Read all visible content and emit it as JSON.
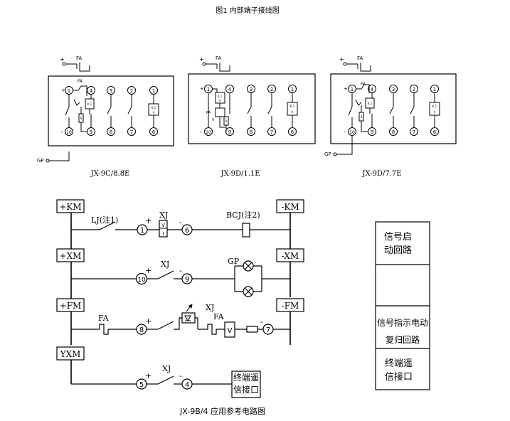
{
  "figure_title": "图1 内部端子接线图",
  "modules": [
    {
      "caption": "JX-9C/8.8E",
      "gp_label": "GP",
      "fa_label": "FA",
      "plus": "+",
      "minus": "-",
      "fa_inner": "FA",
      "ka_label": "K.1",
      "v_label": "V",
      "r_label": "R",
      "terminals": [
        "1",
        "4",
        "3",
        "2",
        "1",
        "10",
        "9",
        "8",
        "7",
        "6"
      ]
    },
    {
      "caption": "JX-9D/1.1E",
      "fa_label": "FA",
      "plus": "+",
      "minus": "-",
      "fa_inner": "PA",
      "ka_label": "K.1",
      "v_label": "V",
      "r_label": "R",
      "terminals": [
        "1",
        "4",
        "3",
        "2",
        "1",
        "10",
        "9",
        "8",
        "7",
        "6"
      ]
    },
    {
      "caption": "JX-9D/7.7E",
      "gp_label": "GP",
      "fa_label": "FA",
      "plus": "+",
      "minus": "-",
      "fa_inner": "FA",
      "ka_label": "K.1",
      "v_label": "V",
      "r_label": "R",
      "terminals": [
        "1",
        "4",
        "3",
        "2",
        "1",
        "10",
        "9",
        "8",
        "7",
        "6"
      ]
    }
  ],
  "app_circuit": {
    "caption": "JX-9B/4 应用参考电路图",
    "rows": [
      {
        "bus_left": "+KM",
        "bus_right": "-KM",
        "contact": "LJ(注1)",
        "relay": "XJ",
        "t_in": "1",
        "t_out": "6",
        "coil": "BCJ(注2)"
      },
      {
        "bus_left": "+XM",
        "bus_right": "-XM",
        "relay": "XJ",
        "t_in": "10",
        "t_out": "9",
        "lamp": "GP"
      },
      {
        "bus_left": "+FM",
        "bus_right": "-FM",
        "button": "FA",
        "relay": "XJ",
        "button2": "FA",
        "t_in": "8",
        "t_out": "7",
        "v_label": "V"
      },
      {
        "bus_left": "YXM",
        "relay": "XJ",
        "t_in": "5",
        "t_out": "4",
        "remote": "终端遥信接口"
      }
    ],
    "sign_plus": "+",
    "sign_minus": "-",
    "relay_box_top": "V",
    "relay_box_bot": "I"
  },
  "legend": [
    {
      "text": "信号启动回路"
    },
    {
      "text": ""
    },
    {
      "text": "信号指示电动复归回路"
    },
    {
      "text": "终端遥信接口"
    }
  ]
}
